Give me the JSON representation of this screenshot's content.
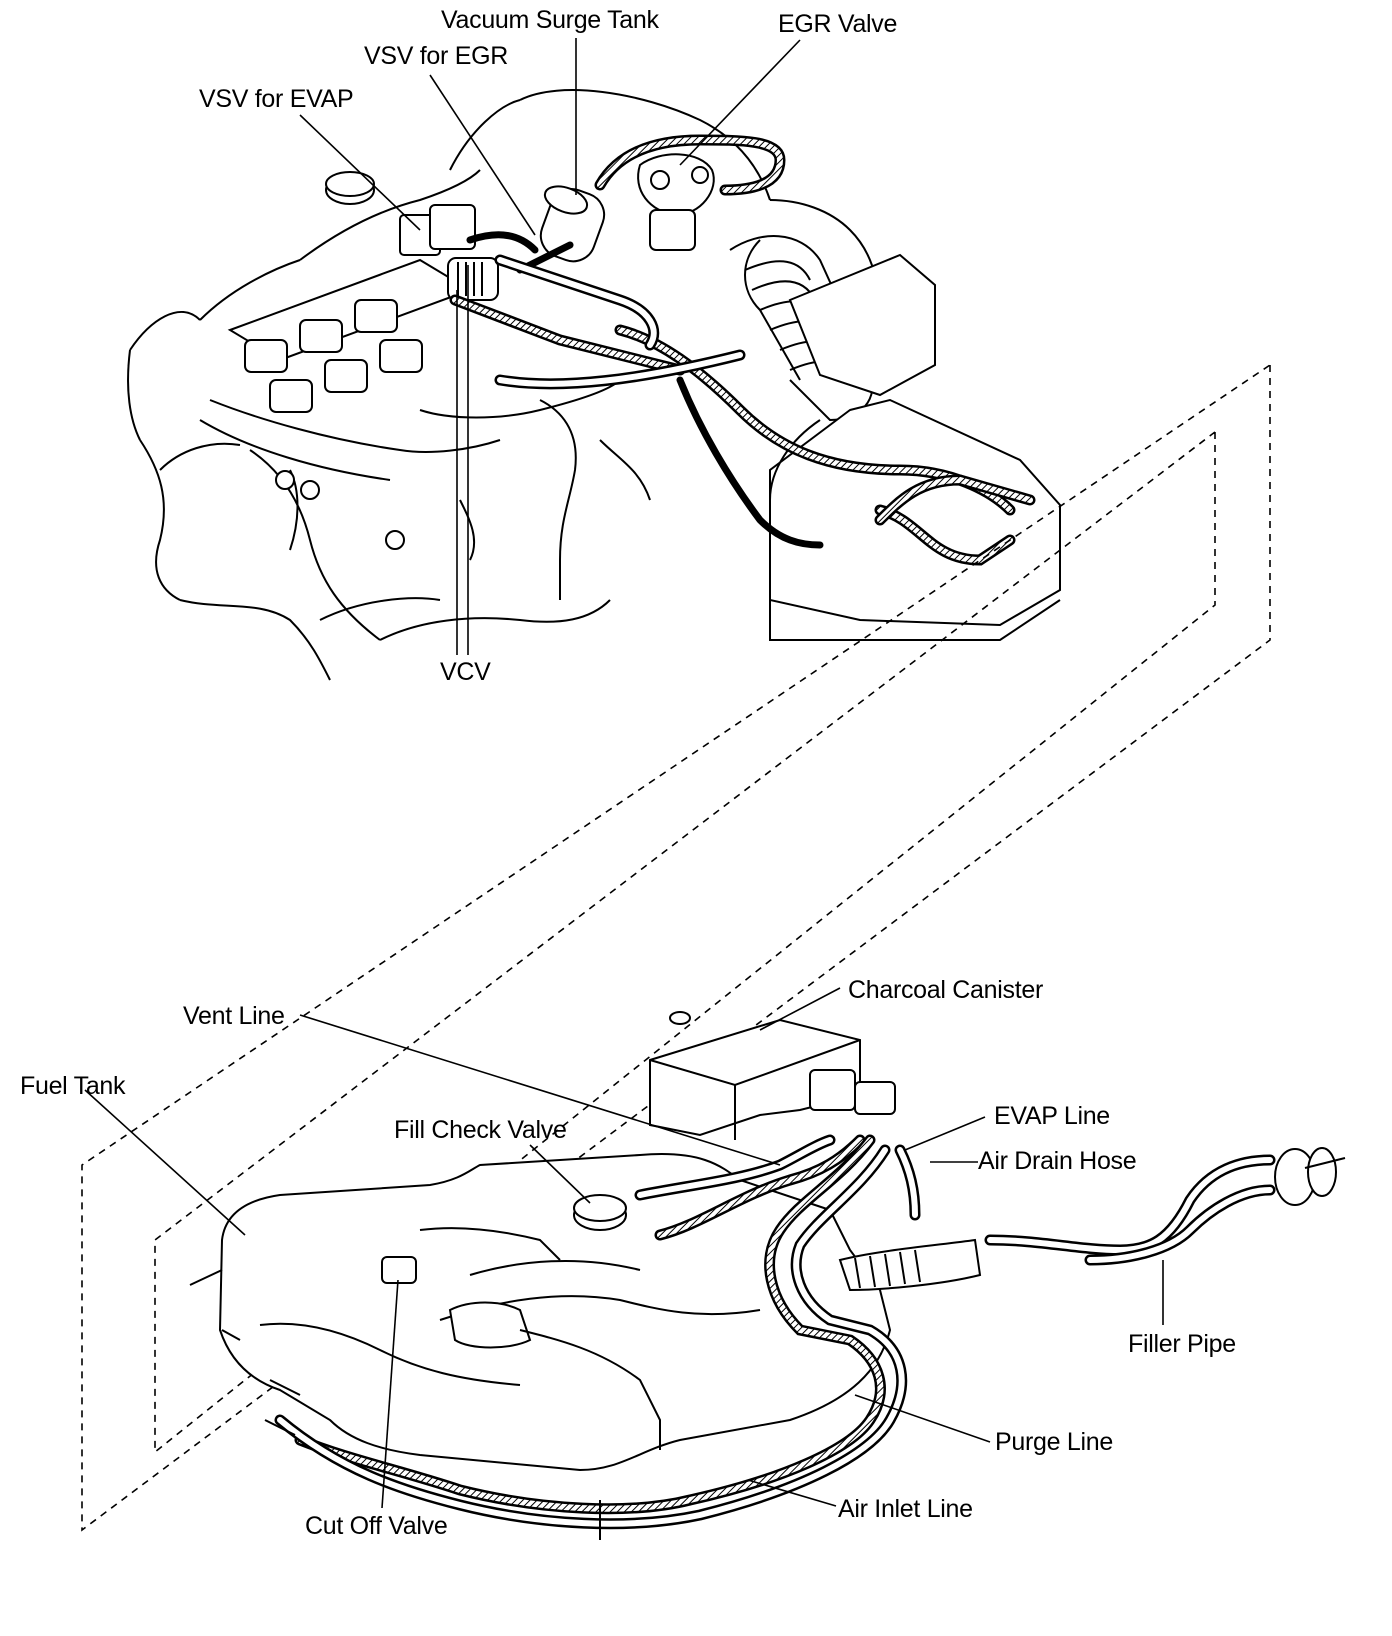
{
  "labels": {
    "vacuum_surge_tank": "Vacuum Surge Tank",
    "egr_valve": "EGR Valve",
    "vsv_for_egr": "VSV for EGR",
    "vsv_for_evap": "VSV for EVAP",
    "vcv": "VCV",
    "charcoal_canister": "Charcoal Canister",
    "vent_line": "Vent Line",
    "fuel_tank": "Fuel Tank",
    "evap_line": "EVAP Line",
    "fill_check_valve": "Fill Check Valve",
    "air_drain_hose": "Air Drain Hose",
    "filler_pipe": "Filler Pipe",
    "purge_line": "Purge Line",
    "cut_off_valve": "Cut Off Valve",
    "air_inlet_line": "Air Inlet Line"
  }
}
